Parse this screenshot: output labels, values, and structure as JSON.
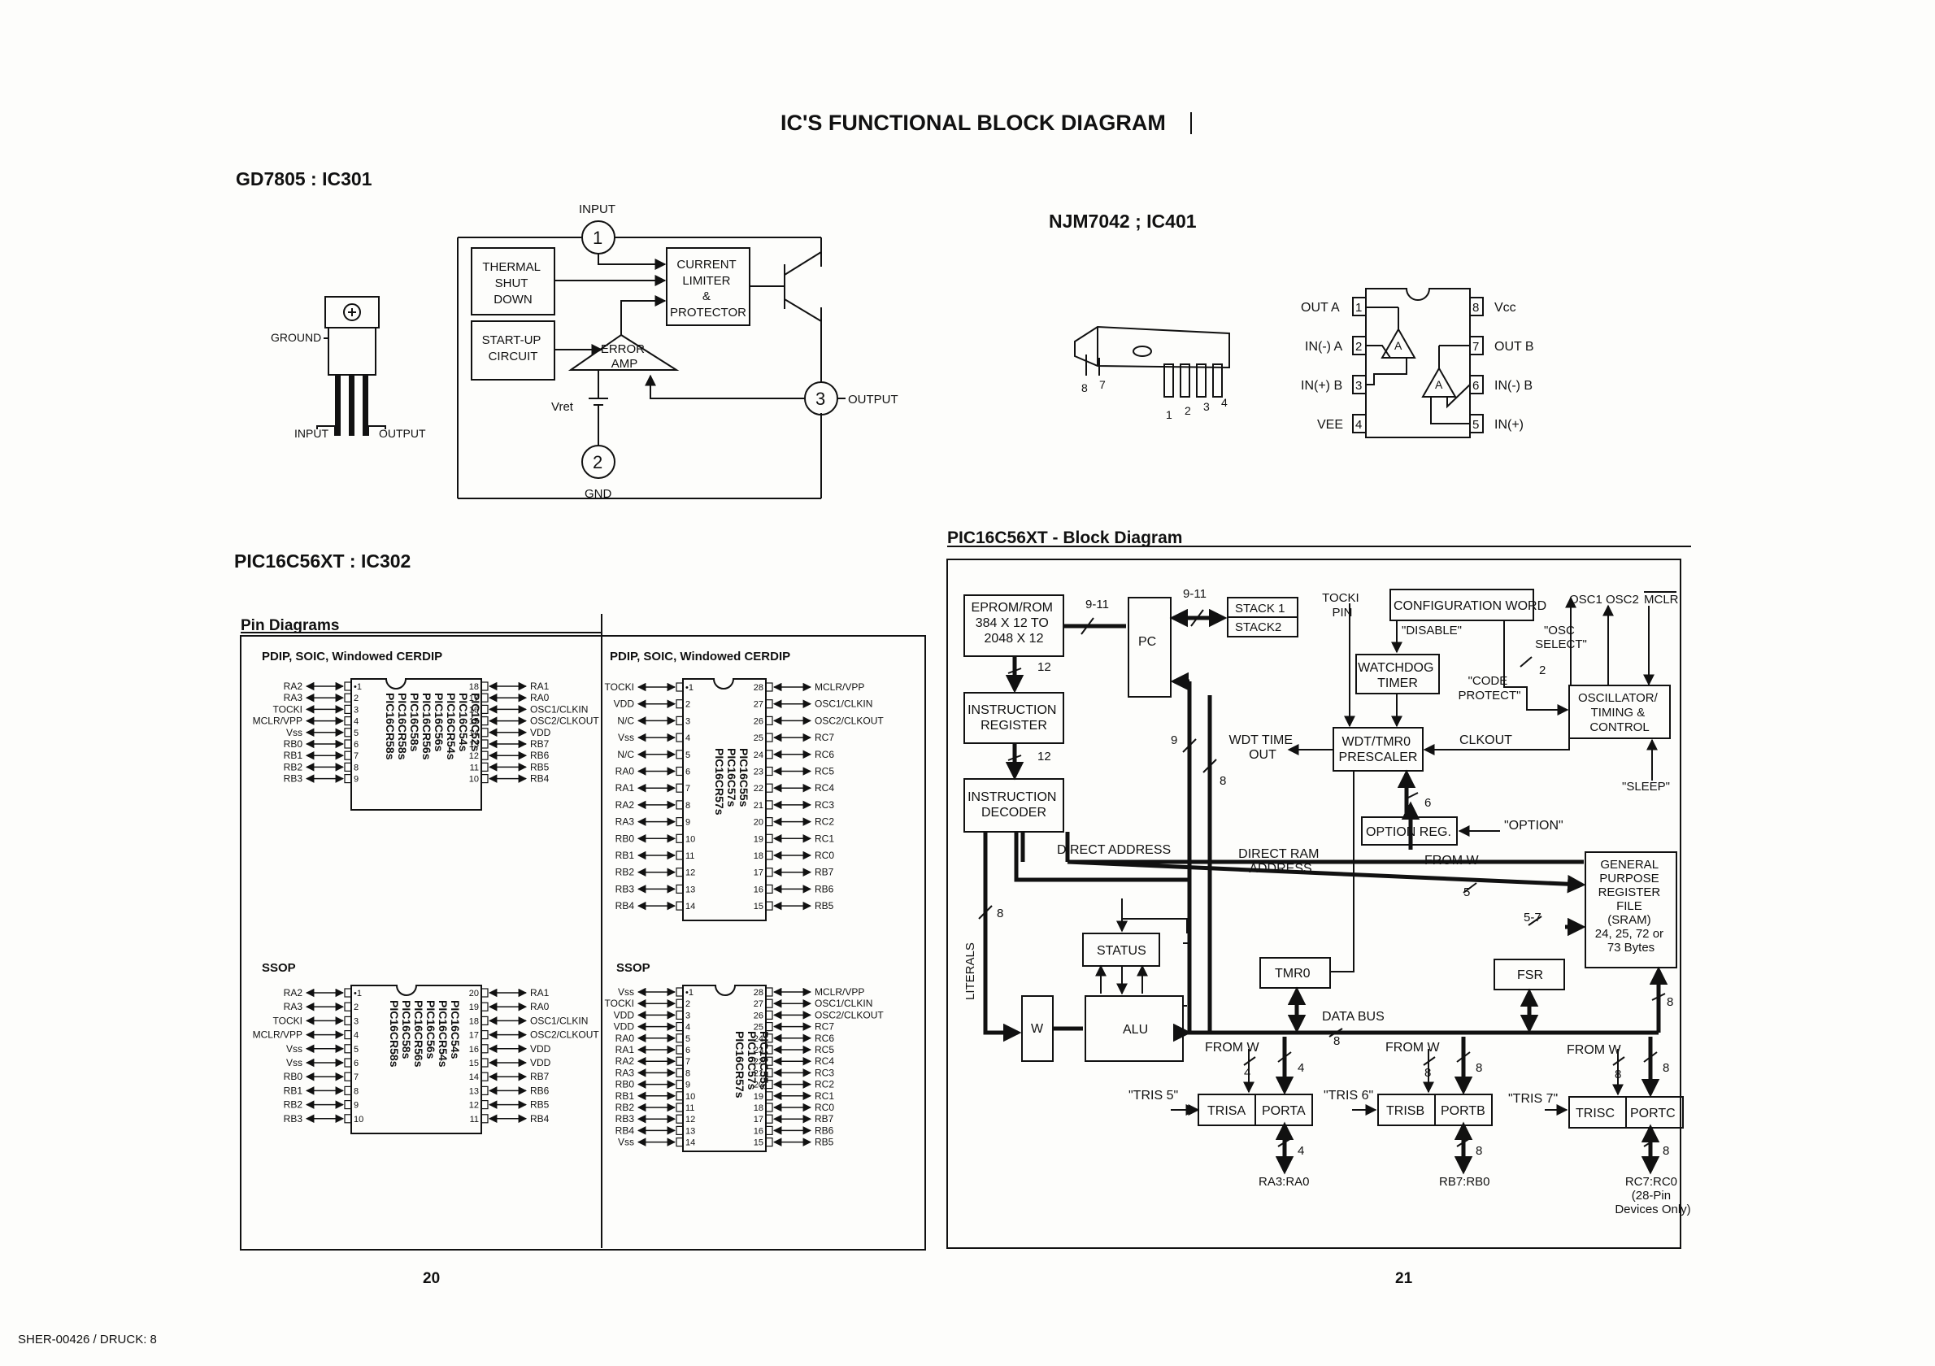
{
  "page": {
    "title": "IC'S FUNCTIONAL BLOCK DIAGRAM"
  },
  "gd7805": {
    "heading": "GD7805 : IC301",
    "package": {
      "ground_label": "GROUND",
      "input_label": "INPUT",
      "output_label": "OUTPUT"
    },
    "schematic": {
      "pin1": "1",
      "pin2": "2",
      "pin3": "3",
      "input": "INPUT",
      "output": "OUTPUT",
      "gnd": "GND",
      "vref": "Vret",
      "thermal_1": "THERMAL",
      "thermal_2": "SHUT",
      "thermal_3": "DOWN",
      "startup_1": "START-UP",
      "startup_2": "CIRCUIT",
      "limiter_1": "CURRENT",
      "limiter_2": "LIMITER",
      "limiter_3": "&",
      "limiter_4": "PROTECTOR",
      "erroramp_1": "ERROR",
      "erroramp_2": "AMP"
    }
  },
  "njm7042": {
    "heading": "NJM7042 ; IC401",
    "package": {
      "pin1": "1",
      "pin2": "2",
      "pin3": "3",
      "pin4": "4",
      "pin7": "7",
      "pin8": "8"
    },
    "pinout": {
      "p1": "1",
      "p2": "2",
      "p3": "3",
      "p4": "4",
      "p5": "5",
      "p6": "6",
      "p7": "7",
      "p8": "8",
      "out_a": "OUT A",
      "in_minus_a": "IN(-) A",
      "in_plus_b": "IN(+) B",
      "vee": "VEE",
      "vcc": "Vcc",
      "out_b": "OUT B",
      "in_minus_b": "IN(-) B",
      "in_plus": "IN(+)",
      "amp_a": "A",
      "amp_b": "A"
    }
  },
  "pic": {
    "heading": "PIC16C56XT : IC302",
    "pin_diagrams": "Pin Diagrams",
    "pdip_title": "PDIP, SOIC, Windowed CERDIP",
    "ssop_title": "SSOP",
    "parts18": [
      "PIC16C52s",
      "PIC16C54s",
      "PIC16CR54s",
      "PIC16C56s",
      "PIC16CR56s",
      "PIC16C58s",
      "PIC16CR58s",
      "PIC16CR58s"
    ],
    "parts28": [
      "PIC16C55s",
      "PIC16C57s",
      "PIC16CR57s"
    ],
    "parts_ssop20": [
      "PIC16C54s",
      "PIC16CR54s",
      "PIC16C56s",
      "PIC16CR56s",
      "PIC16C58s",
      "PIC16CR58s"
    ],
    "pdip18": {
      "left": [
        "RA2",
        "RA3",
        "TOCKI",
        "MCLR/VPP",
        "Vss",
        "RB0",
        "RB1",
        "RB2",
        "RB3"
      ],
      "right": [
        "RA1",
        "RA0",
        "OSC1/CLKIN",
        "OSC2/CLKOUT",
        "VDD",
        "RB7",
        "RB6",
        "RB5",
        "RB4"
      ],
      "left_nums": [
        "•1",
        "2",
        "3",
        "4",
        "5",
        "6",
        "7",
        "8",
        "9"
      ],
      "right_nums": [
        "18",
        "17",
        "16",
        "15",
        "14",
        "13",
        "12",
        "11",
        "10"
      ]
    },
    "pdip28": {
      "left": [
        "TOCKI",
        "VDD",
        "N/C",
        "Vss",
        "N/C",
        "RA0",
        "RA1",
        "RA2",
        "RA3",
        "RB0",
        "RB1",
        "RB2",
        "RB3",
        "RB4"
      ],
      "right": [
        "MCLR/VPP",
        "OSC1/CLKIN",
        "OSC2/CLKOUT",
        "RC7",
        "RC6",
        "RC5",
        "RC4",
        "RC3",
        "RC2",
        "RC1",
        "RC0",
        "RB7",
        "RB6",
        "RB5"
      ],
      "left_nums": [
        "•1",
        "2",
        "3",
        "4",
        "5",
        "6",
        "7",
        "8",
        "9",
        "10",
        "11",
        "12",
        "13",
        "14"
      ],
      "right_nums": [
        "28",
        "27",
        "26",
        "25",
        "24",
        "23",
        "22",
        "21",
        "20",
        "19",
        "18",
        "17",
        "16",
        "15"
      ]
    },
    "ssop20": {
      "left": [
        "RA2",
        "RA3",
        "TOCKI",
        "MCLR/VPP",
        "Vss",
        "Vss",
        "RB0",
        "RB1",
        "RB2",
        "RB3"
      ],
      "right": [
        "RA1",
        "RA0",
        "OSC1/CLKIN",
        "OSC2/CLKOUT",
        "VDD",
        "VDD",
        "RB7",
        "RB6",
        "RB5",
        "RB4"
      ],
      "left_nums": [
        "•1",
        "2",
        "3",
        "4",
        "5",
        "6",
        "7",
        "8",
        "9",
        "10"
      ],
      "right_nums": [
        "20",
        "19",
        "18",
        "17",
        "16",
        "15",
        "14",
        "13",
        "12",
        "11"
      ]
    },
    "ssop28": {
      "left": [
        "Vss",
        "TOCKI",
        "VDD",
        "VDD",
        "RA0",
        "RA1",
        "RA2",
        "RA3",
        "RB0",
        "RB1",
        "RB2",
        "RB3",
        "RB4",
        "Vss"
      ],
      "right": [
        "MCLR/VPP",
        "OSC1/CLKIN",
        "OSC2/CLKOUT",
        "RC7",
        "RC6",
        "RC5",
        "RC4",
        "RC3",
        "RC2",
        "RC1",
        "RC0",
        "RB7",
        "RB6",
        "RB5"
      ],
      "left_nums": [
        "•1",
        "2",
        "3",
        "4",
        "5",
        "6",
        "7",
        "8",
        "9",
        "10",
        "11",
        "12",
        "13",
        "14"
      ],
      "right_nums": [
        "28",
        "27",
        "26",
        "25",
        "24",
        "23",
        "22",
        "21",
        "20",
        "19",
        "18",
        "17",
        "16",
        "15"
      ]
    }
  },
  "block": {
    "heading": "PIC16C56XT - Block Diagram",
    "eprom_1": "EPROM/ROM",
    "eprom_2": "384 X 12 TO",
    "eprom_3": "2048 X 12",
    "pc": "PC",
    "stack1": "STACK 1",
    "stack2": "STACK2",
    "ir_1": "INSTRUCTION",
    "ir_2": "REGISTER",
    "id_1": "INSTRUCTION",
    "id_2": "DECODER",
    "direct_address": "DIRECT ADDRESS",
    "config_word": "CONFIGURATION WORD",
    "tocki_1": "TOCKI",
    "tocki_2": "PIN",
    "disable": "\"DISABLE\"",
    "osc_select_1": "\"OSC",
    "osc_select_2": "SELECT\"",
    "watchdog_1": "WATCHDOG",
    "watchdog_2": "TIMER",
    "code_protect_1": "\"CODE",
    "code_protect_2": "PROTECT\"",
    "osc1": "OSC1",
    "osc2": "OSC2",
    "mclr": "MCLR",
    "oscillator_1": "OSCILLATOR/",
    "oscillator_2": "TIMING &",
    "oscillator_3": "CONTROL",
    "wdt_timeout_1": "WDT TIME",
    "wdt_timeout_2": "OUT",
    "prescaler_1": "WDT/TMR0",
    "prescaler_2": "PRESCALER",
    "clkout": "CLKOUT",
    "sleep": "\"SLEEP\"",
    "option_reg": "OPTION REG.",
    "option": "\"OPTION\"",
    "direct_ram_1": "DIRECT RAM",
    "direct_ram_2": "ADDRESS",
    "from_w": "FROM W",
    "gprf_1": "GENERAL",
    "gprf_2": "PURPOSE",
    "gprf_3": "REGISTER",
    "gprf_4": "FILE",
    "gprf_5": "(SRAM)",
    "gprf_6": "24, 25, 72 or",
    "gprf_7": "73 Bytes",
    "status": "STATUS",
    "tmr0": "TMR0",
    "fsr": "FSR",
    "w": "W",
    "alu": "ALU",
    "literals": "LITERALS",
    "data_bus": "DATA BUS",
    "tris5": "\"TRIS 5\"",
    "tris6": "\"TRIS 6\"",
    "tris7": "\"TRIS 7\"",
    "trisa": "TRISA",
    "porta": "PORTA",
    "trisb": "TRISB",
    "portb": "PORTB",
    "trisc": "TRISC",
    "portc": "PORTC",
    "ra_pins": "RA3:RA0",
    "rb_pins": "RB7:RB0",
    "rc_pins_1": "RC7:RC0",
    "rc_pins_2": "(28-Pin",
    "rc_pins_3": "Devices Only)",
    "w911": "9-11",
    "w12": "12",
    "w9": "9",
    "w8": "8",
    "w6": "6",
    "w5": "5",
    "w57": "5-7",
    "w4": "4",
    "w2": "2"
  },
  "footer": {
    "page_left": "20",
    "page_right": "21",
    "doc_code": "SHER-00426 / DRUCK: 8"
  }
}
